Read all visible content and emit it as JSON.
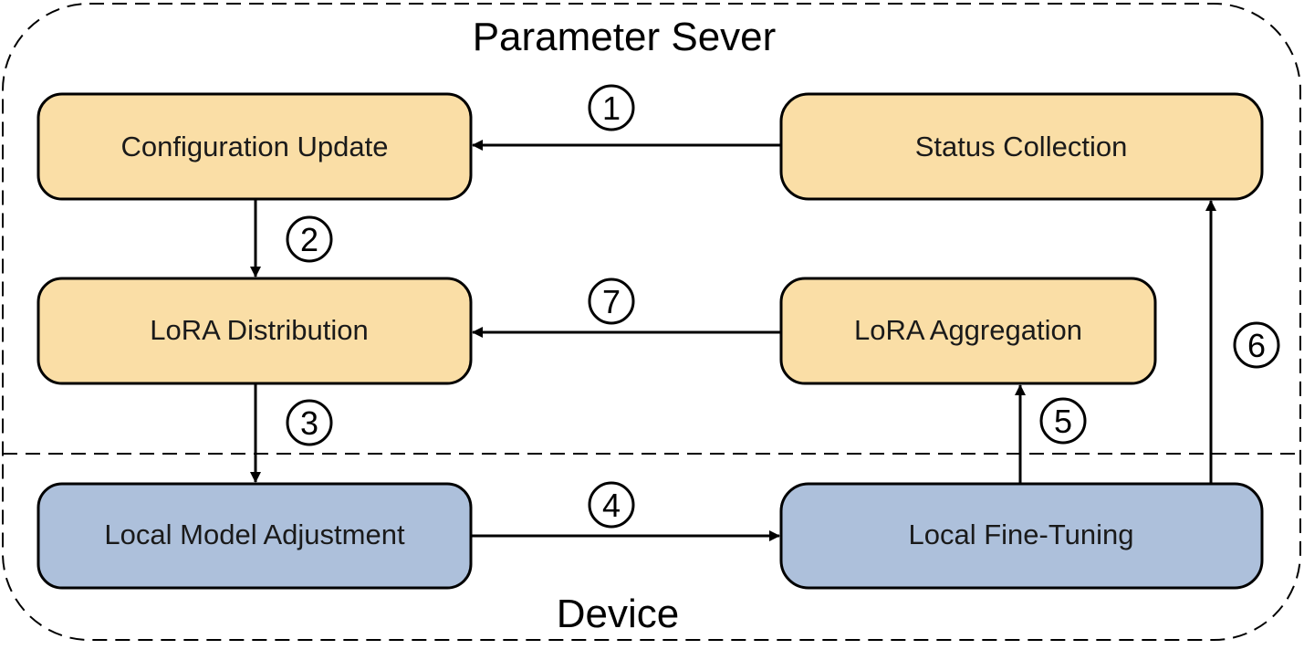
{
  "regions": {
    "server_title": "Parameter Sever",
    "device_title": "Device"
  },
  "nodes": {
    "config_update": "Configuration Update",
    "status_collection": "Status Collection",
    "lora_distribution": "LoRA Distribution",
    "lora_aggregation": "LoRA Aggregation",
    "local_adjustment": "Local Model Adjustment",
    "local_finetuning": "Local Fine-Tuning"
  },
  "steps": {
    "s1": "1",
    "s2": "2",
    "s3": "3",
    "s4": "4",
    "s5": "5",
    "s6": "6",
    "s7": "7"
  },
  "colors": {
    "server_node_fill": "#fadea6",
    "device_node_fill": "#adc0db",
    "stroke": "#000000"
  }
}
